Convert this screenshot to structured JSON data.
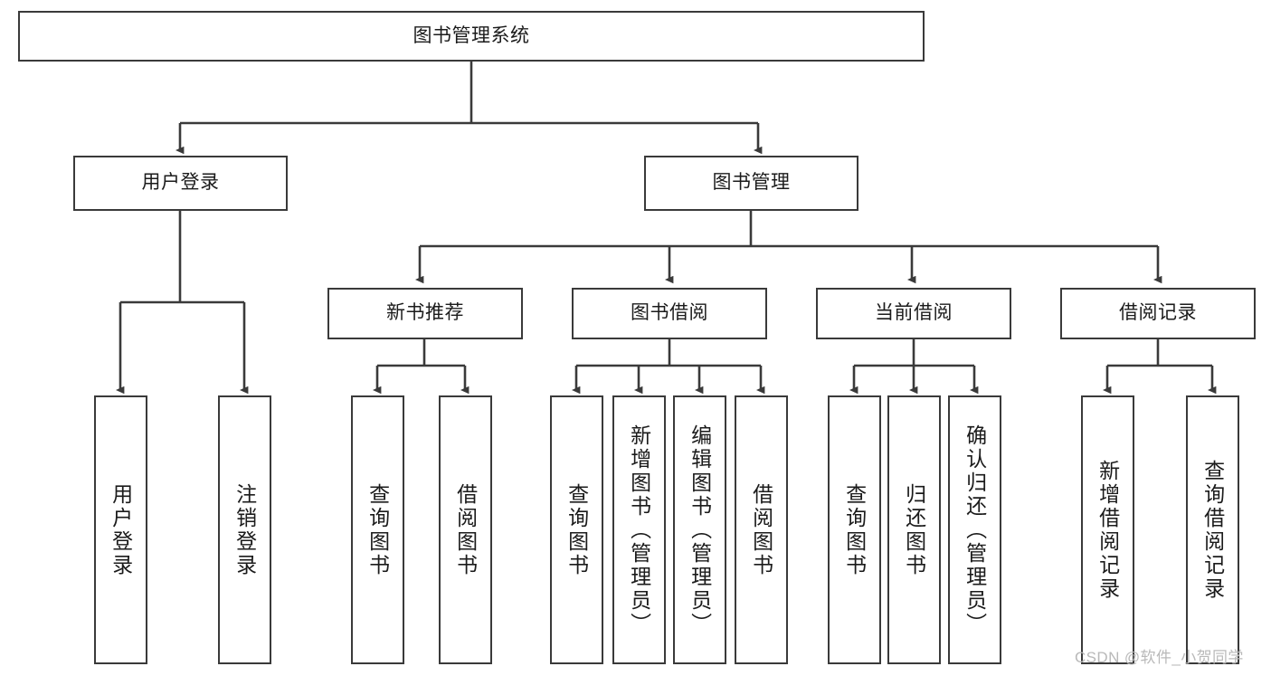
{
  "diagram": {
    "type": "tree",
    "title": "图书管理系统",
    "watermark": "CSDN @软件_小贺同学",
    "colors": {
      "node_border": "#3a3a3a",
      "node_fill": "#ffffff",
      "edge": "#3a3a3a",
      "text": "#1b1b1b",
      "watermark": "#b9b9b9",
      "background": "#ffffff"
    },
    "root": {
      "id": "root",
      "label": "图书管理系统"
    },
    "level1": [
      {
        "id": "user-login",
        "label": "用户登录"
      },
      {
        "id": "book-manage",
        "label": "图书管理"
      }
    ],
    "level2": [
      {
        "id": "new-book-rec",
        "label": "新书推荐",
        "parent": "book-manage"
      },
      {
        "id": "book-borrow",
        "label": "图书借阅",
        "parent": "book-manage"
      },
      {
        "id": "current-borrow",
        "label": "当前借阅",
        "parent": "book-manage"
      },
      {
        "id": "borrow-record",
        "label": "借阅记录",
        "parent": "book-manage"
      }
    ],
    "leaves": [
      {
        "id": "leaf-user-login",
        "label": "用户登录",
        "parent": "user-login"
      },
      {
        "id": "leaf-user-logout",
        "label": "注销登录",
        "parent": "user-login"
      },
      {
        "id": "leaf-query-book-1",
        "label": "查询图书",
        "parent": "new-book-rec"
      },
      {
        "id": "leaf-borrow-book-1",
        "label": "借阅图书",
        "parent": "new-book-rec"
      },
      {
        "id": "leaf-query-book-2",
        "label": "查询图书",
        "parent": "book-borrow"
      },
      {
        "id": "leaf-add-book",
        "label": "新增图书（管理员）",
        "parent": "book-borrow"
      },
      {
        "id": "leaf-edit-book",
        "label": "编辑图书（管理员）",
        "parent": "book-borrow"
      },
      {
        "id": "leaf-borrow-book-2",
        "label": "借阅图书",
        "parent": "book-borrow"
      },
      {
        "id": "leaf-query-book-3",
        "label": "查询图书",
        "parent": "current-borrow"
      },
      {
        "id": "leaf-return-book",
        "label": "归还图书",
        "parent": "current-borrow"
      },
      {
        "id": "leaf-confirm-return",
        "label": "确认归还（管理员）",
        "parent": "current-borrow"
      },
      {
        "id": "leaf-add-record",
        "label": "新增借阅记录",
        "parent": "borrow-record"
      },
      {
        "id": "leaf-query-record",
        "label": "查询借阅记录",
        "parent": "borrow-record"
      }
    ]
  }
}
